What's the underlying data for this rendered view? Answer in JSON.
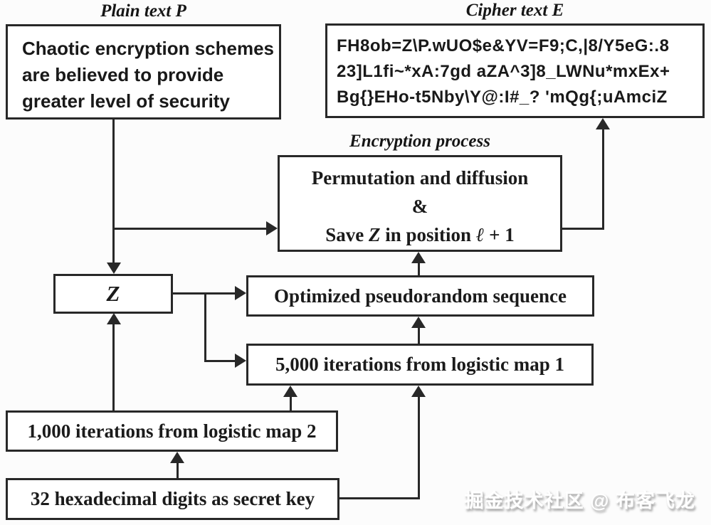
{
  "diagram": {
    "labels": {
      "plain": "Plain text P",
      "cipher": "Cipher text E",
      "encryption": "Encryption process"
    },
    "boxes": {
      "plain_text": {
        "lines": [
          "Chaotic encryption schemes",
          "are believed to provide",
          "greater level of security"
        ]
      },
      "cipher_text": {
        "lines": [
          "FH8ob=Z\\P.wUO$e&YV=F9;C,|8/Y5eG:.8",
          "23]L1fi~*xA:7gd aZA^3]8_LWNu*mxEx+",
          "Bg{}EHo-t5Nby\\Y@:I#_? 'mQg{;uAmciZ"
        ]
      },
      "permutation": {
        "line1": "Permutation and diffusion",
        "line2": "&",
        "line3_prefix": "Save ",
        "line3_z": "Z",
        "line3_mid": " in position ",
        "line3_ell": "ℓ",
        "line3_suffix": " + 1"
      },
      "z": "Z",
      "optimized": "Optimized pseudorandom sequence",
      "map1": "5,000 iterations from logistic map 1",
      "map2": "1,000 iterations from logistic map 2",
      "secret_key": "32 hexadecimal digits as secret key"
    },
    "watermark": "掘金技术社区 @ 布客飞龙",
    "colors": {
      "line": "#282828",
      "box_border": "#282828",
      "text": "#1b1b1b",
      "background": "#fcfcfc",
      "watermark_text": "#ffffff",
      "watermark_shadow": "#949494"
    }
  }
}
